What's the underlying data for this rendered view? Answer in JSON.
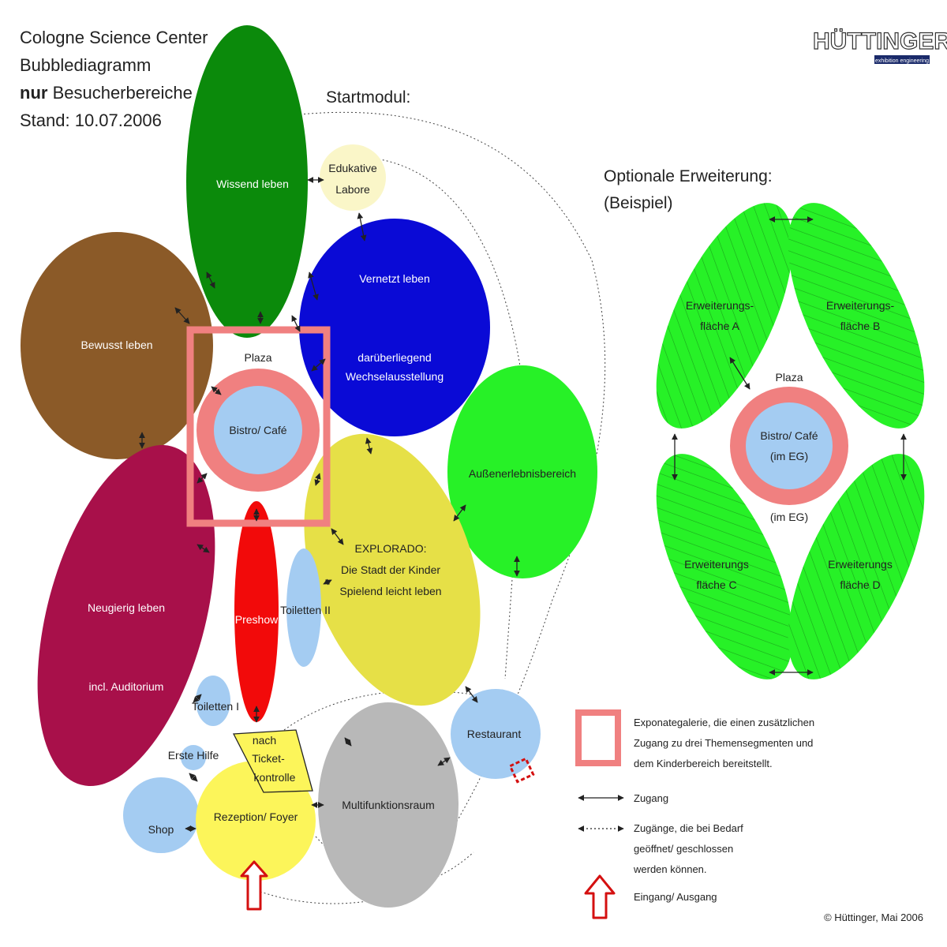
{
  "header": {
    "title_lines": [
      "Cologne Science Center",
      "Bubblediagramm"
    ],
    "line3_bold": "nur",
    "line3_rest": " Besucherbereiche",
    "date": "Stand: 10.07.2006"
  },
  "logo": {
    "text": "HÜTTINGER",
    "tagline": "exhibition engineering"
  },
  "startmodul": "Startmodul:",
  "optional": {
    "line1": "Optionale Erweiterung:",
    "line2": "(Beispiel)"
  },
  "bubbles": {
    "wissend": "Wissend leben",
    "edukative_1": "Edukative",
    "edukative_2": "Labore",
    "vernetzt": "Vernetzt leben",
    "darueber_1": "darüberliegend",
    "darueber_2": "Wechselausstellung",
    "bewusst": "Bewusst leben",
    "plaza": "Plaza",
    "bistro": "Bistro/ Café",
    "aussen": "Außenerlebnisbereich",
    "neugierig_1": "Neugierig leben",
    "neugierig_2": "incl. Auditorium",
    "preshow": "Preshow",
    "toiletten2": "Toiletten II",
    "explorado_1": "EXPLORADO:",
    "explorado_2": "Die Stadt der Kinder",
    "explorado_3": "Spielend leicht leben",
    "toiletten1": "Toiletten I",
    "erste_hilfe": "Erste Hilfe",
    "nach_1": "nach",
    "nach_2": "Ticket-",
    "nach_3": "kontrolle",
    "rezeption": "Rezeption/ Foyer",
    "shop": "Shop",
    "multi": "Multifunktionsraum",
    "restaurant": "Restaurant"
  },
  "expansion": {
    "a_1": "Erweiterungs-",
    "a_2": "fläche A",
    "b_1": "Erweiterungs-",
    "b_2": "fläche B",
    "c_1": "Erweiterungs",
    "c_2": "fläche C",
    "d_1": "Erweiterungs",
    "d_2": "fläche D",
    "plaza": "Plaza",
    "bistro_1": "Bistro/ Café",
    "bistro_2": "(im EG)",
    "ring_bottom": "(im EG)"
  },
  "legend": {
    "gallery_1": "Exponategalerie, die einen zusätzlichen",
    "gallery_2": "Zugang zu drei Themensegmenten und",
    "gallery_3": "dem Kinderbereich bereitstellt.",
    "zugang": "Zugang",
    "optional_1": "Zugänge, die bei Bedarf",
    "optional_2": "geöffnet/ geschlossen",
    "optional_3": "werden können.",
    "entrance": "Eingang/ Ausgang"
  },
  "copyright": "© Hüttinger, Mai 2006",
  "colors": {
    "dark_green": "#0b8a0b",
    "cream": "#faf6c8",
    "blue": "#0a0ad6",
    "brown": "#8b5a28",
    "pink": "#f08080",
    "light_blue": "#a4ccf2",
    "bright_green": "#27f127",
    "maroon": "#a8104a",
    "red": "#f20a0a",
    "yellow": "#e6e047",
    "bright_yellow": "#fcf55a",
    "grey": "#b8b8b8"
  }
}
